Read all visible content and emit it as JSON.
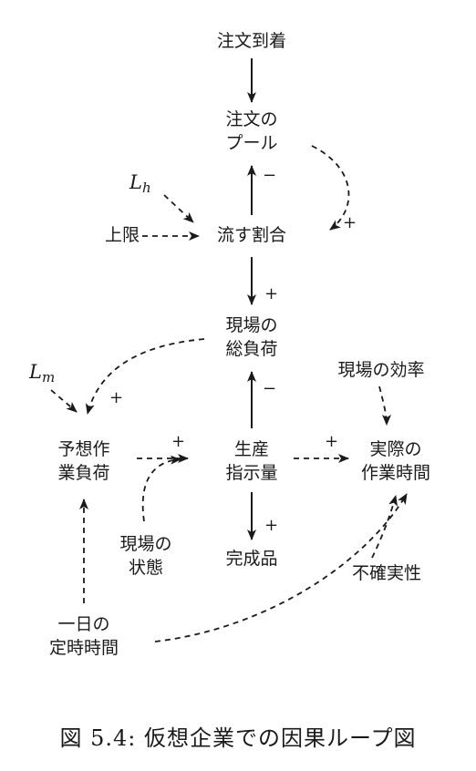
{
  "nodes": {
    "order_arrival": [
      "注文到着"
    ],
    "order_pool": [
      "注文の",
      "プール"
    ],
    "upper_limit": [
      "上限"
    ],
    "flow_rate": [
      "流す割合"
    ],
    "floor_load": [
      "現場の",
      "総負荷"
    ],
    "floor_efficiency": [
      "現場の効率"
    ],
    "expected_load": [
      "予想作",
      "業負荷"
    ],
    "production_instruction": [
      "生産",
      "指示量"
    ],
    "actual_time": [
      "実際の",
      "作業時間"
    ],
    "floor_state": [
      "現場の",
      "状態"
    ],
    "finished_goods": [
      "完成品"
    ],
    "uncertainty": [
      "不確実性"
    ],
    "daily_hours": [
      "一日の",
      "定時時間"
    ]
  },
  "symbols": {
    "lh": {
      "base": "L",
      "sub": "h"
    },
    "lm": {
      "base": "L",
      "sub": "m"
    }
  },
  "signs": {
    "pool_to_flow": "−",
    "flow_to_pool": "+",
    "flow_to_load": "+",
    "instr_to_load": "−",
    "load_to_expected": "+",
    "state_to_expected": "+",
    "instr_to_actual": "+",
    "instr_to_finished": "+"
  },
  "caption": "図 5.4: 仮想企業での因果ループ図"
}
